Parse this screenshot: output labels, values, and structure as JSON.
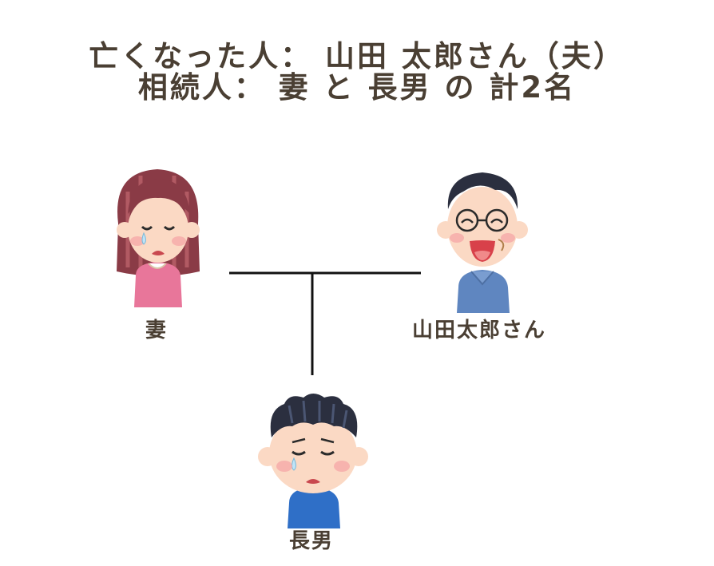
{
  "header": {
    "line1": "亡くなった人： 山田 太郎さん（夫）",
    "line2": "相続人： 妻 と 長男 の 計2名"
  },
  "people": {
    "wife": {
      "label": "妻"
    },
    "husband": {
      "label": "山田太郎さん"
    },
    "son": {
      "label": "長男"
    }
  },
  "colors": {
    "text": "#4a3f33",
    "line": "#111111",
    "wife_shirt": "#e8769a",
    "husband_shirt": "#5f86c0",
    "son_shirt": "#2f6fc7",
    "hair_dark": "#2b2f3f",
    "hair_wife": "#8a3b46",
    "skin": "#fbd9c4"
  }
}
